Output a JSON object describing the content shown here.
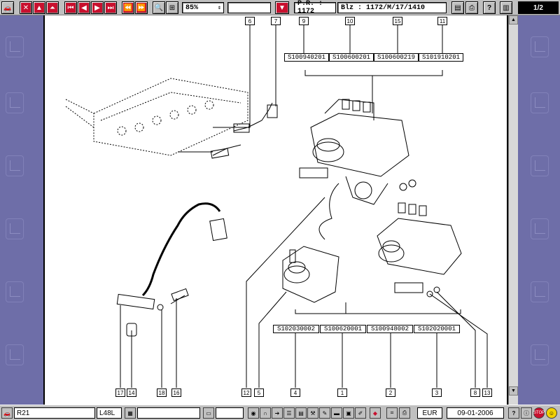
{
  "toolbar": {
    "zoom": "85%",
    "search_value": "",
    "pr_label": "P.R. : 1172",
    "blz_label": "Blz : 1172/M/17/1410",
    "page_count": "1/2",
    "help": "?"
  },
  "diagram": {
    "top_numbers": [
      "6",
      "7",
      "9",
      "10",
      "15",
      "11"
    ],
    "top_refs": [
      "S100940201",
      "S100600201",
      "S100600219",
      "S101910201"
    ],
    "mid_refs": [
      "S102030002",
      "S100620001",
      "S100948002",
      "S102020001"
    ],
    "bottom_numbers": [
      "17",
      "14",
      "18",
      "16",
      "12",
      "5",
      "4",
      "1",
      "2",
      "3",
      "8",
      "13"
    ]
  },
  "bottombar": {
    "model": "R21",
    "engine": "L48L",
    "currency": "EUR",
    "date": "09-01-2006",
    "help": "?",
    "stop": "STOP"
  },
  "colors": {
    "side_panel": "#6e6ea8",
    "toolbar_red": "#c8102e"
  }
}
